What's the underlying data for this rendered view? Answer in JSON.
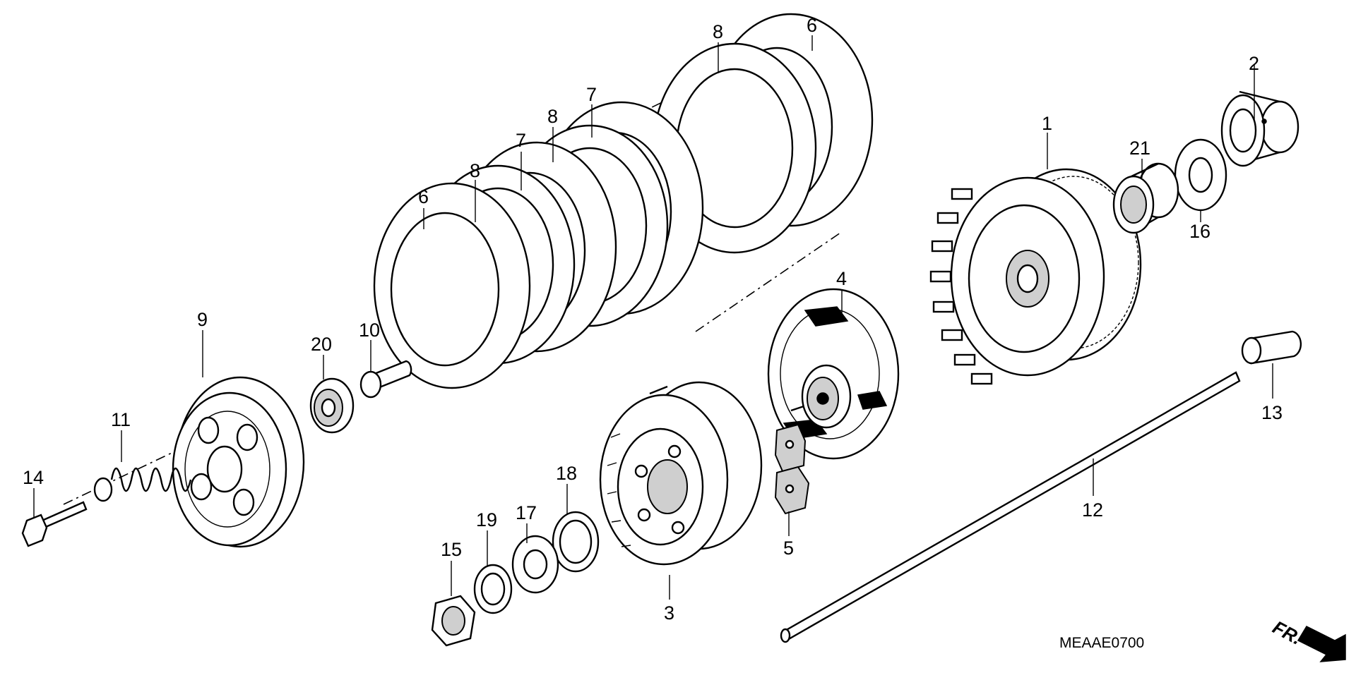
{
  "diagram": {
    "code": "MEAAE0700",
    "fr_label": "FR.",
    "part_labels": {
      "p1": "1",
      "p2": "2",
      "p3": "3",
      "p4": "4",
      "p5": "5",
      "p6a": "6",
      "p6b": "6",
      "p7a": "7",
      "p7b": "7",
      "p8a": "8",
      "p8b": "8",
      "p8c": "8",
      "p9": "9",
      "p10": "10",
      "p11": "11",
      "p12": "12",
      "p13": "13",
      "p14": "14",
      "p15": "15",
      "p16": "16",
      "p17": "17",
      "p18": "18",
      "p19": "19",
      "p20": "20",
      "p21": "21"
    }
  }
}
